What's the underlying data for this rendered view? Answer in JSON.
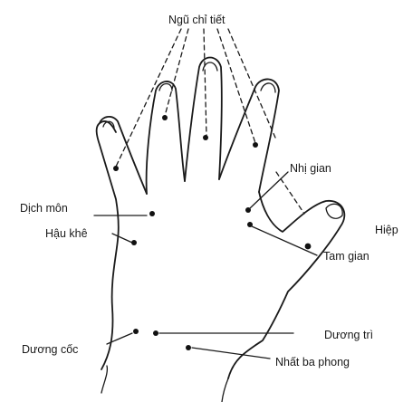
{
  "figure": {
    "labels": {
      "ngu_chi_tiet": "Ngũ chỉ tiết",
      "nhi_gian": "Nhị gian",
      "dich_mon": "Dịch môn",
      "hau_khe": "Hậu khê",
      "hiep": "Hiệp",
      "tam_gian": "Tam gian",
      "duong_tri": "Dương trì",
      "duong_coc": "Dương cốc",
      "nhat_ba_phong": "Nhất ba phong"
    }
  }
}
